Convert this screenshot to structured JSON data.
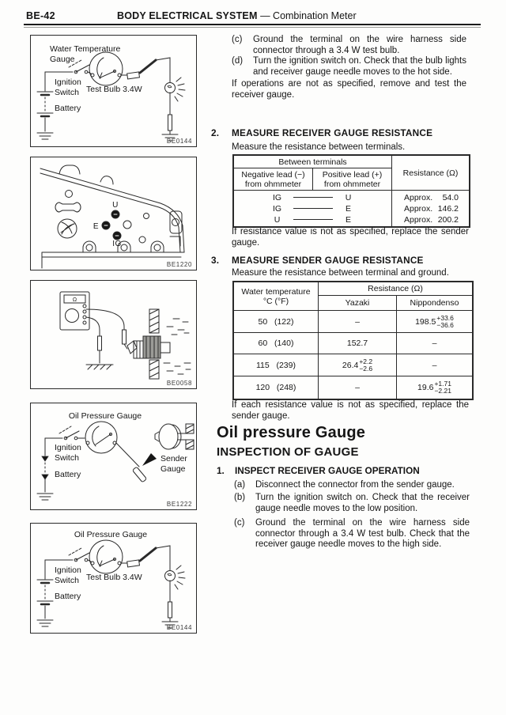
{
  "header": {
    "page_code": "BE-42",
    "section": "BODY ELECTRICAL SYSTEM",
    "subsection": "— Combination Meter"
  },
  "figures": {
    "fig1": {
      "title_line1": "Water Temperature",
      "title_line2": "Gauge",
      "ignition_line1": "Ignition",
      "ignition_line2": "Switch",
      "test_bulb": "Test Bulb 3.4W",
      "battery": "Battery",
      "code": "BE0144"
    },
    "fig2": {
      "terminal_u": "U",
      "terminal_e": "E",
      "terminal_ig": "IG",
      "code": "BE1220"
    },
    "fig3": {
      "ohm_symbol": "Ω",
      "code": "BE0058"
    },
    "fig4": {
      "title": "Oil Pressure Gauge",
      "ignition_line1": "Ignition",
      "ignition_line2": "Switch",
      "battery": "Battery",
      "sender_line1": "Sender",
      "sender_line2": "Gauge",
      "code": "BE1222"
    },
    "fig5": {
      "title": "Oil Pressure Gauge",
      "ignition_line1": "Ignition",
      "ignition_line2": "Switch",
      "test_bulb": "Test Bulb 3.4W",
      "battery": "Battery",
      "code": "BE0144"
    }
  },
  "right": {
    "items_cd": [
      {
        "label": "(c)",
        "text": "Ground the terminal on the wire harness side connector through a 3.4 W test bulb."
      },
      {
        "label": "(d)",
        "text": "Turn the ignition switch on. Check that the bulb lights and receiver gauge needle moves to the hot side."
      }
    ],
    "note1": "If operations are not as specified, remove and test the receiver gauge.",
    "step2": {
      "num": "2.",
      "title": "MEASURE RECEIVER GAUGE RESISTANCE",
      "intro": "Measure the resistance between terminals."
    },
    "table1": {
      "group_header": "Between terminals",
      "col_negative": "Negative lead (−)\nfrom ohmmeter",
      "col_positive": "Positive lead (+)\nfrom ohmmeter",
      "col_resistance": "Resistance (Ω)",
      "rows": [
        {
          "negative": "IG",
          "positive": "U",
          "resistance_label": "Approx.",
          "resistance_value": "54.0"
        },
        {
          "negative": "IG",
          "positive": "E",
          "resistance_label": "Approx.",
          "resistance_value": "146.2"
        },
        {
          "negative": "U",
          "positive": "E",
          "resistance_label": "Approx.",
          "resistance_value": "200.2"
        }
      ]
    },
    "note2": "If resistance value is not as specified, replace the sender gauge.",
    "step3": {
      "num": "3.",
      "title": "MEASURE SENDER GAUGE RESISTANCE",
      "intro": "Measure the resistance between terminal and ground."
    },
    "table2": {
      "col_temp": "Water temperature\n°C (°F)",
      "group_header": "Resistance (Ω)",
      "col_yazaki": "Yazaki",
      "col_nippondenso": "Nippondenso",
      "rows": [
        {
          "temp": "50   (122)",
          "yazaki": "–",
          "nippondenso_base": "198.5",
          "nippondenso_plus": "+33.6",
          "nippondenso_minus": "−36.6"
        },
        {
          "temp": "60   (140)",
          "yazaki": "152.7",
          "nippondenso": "–"
        },
        {
          "temp": "115   (239)",
          "yazaki_base": "26.4",
          "yazaki_plus": "+2.2",
          "yazaki_minus": "−2.6",
          "nippondenso": "–"
        },
        {
          "temp": "120   (248)",
          "yazaki": "–",
          "nippondenso_base": "19.6",
          "nippondenso_plus": "+1.71",
          "nippondenso_minus": "−2.21"
        }
      ]
    },
    "note3": "If each resistance value is not as specified, replace the sender gauge.",
    "oil": {
      "title": "Oil pressure Gauge",
      "subtitle": "INSPECTION OF GAUGE",
      "step1_num": "1.",
      "step1_title": "INSPECT RECEIVER GAUGE OPERATION",
      "items": [
        {
          "label": "(a)",
          "text": "Disconnect the connector from the sender gauge."
        },
        {
          "label": "(b)",
          "text": "Turn the ignition switch on. Check that the receiver gauge needle moves to the low position."
        },
        {
          "label": "(c)",
          "text": "Ground the terminal on the wire harness side connector through a 3.4 W test bulb. Check that the receiver gauge needle moves to the high side."
        }
      ]
    }
  }
}
